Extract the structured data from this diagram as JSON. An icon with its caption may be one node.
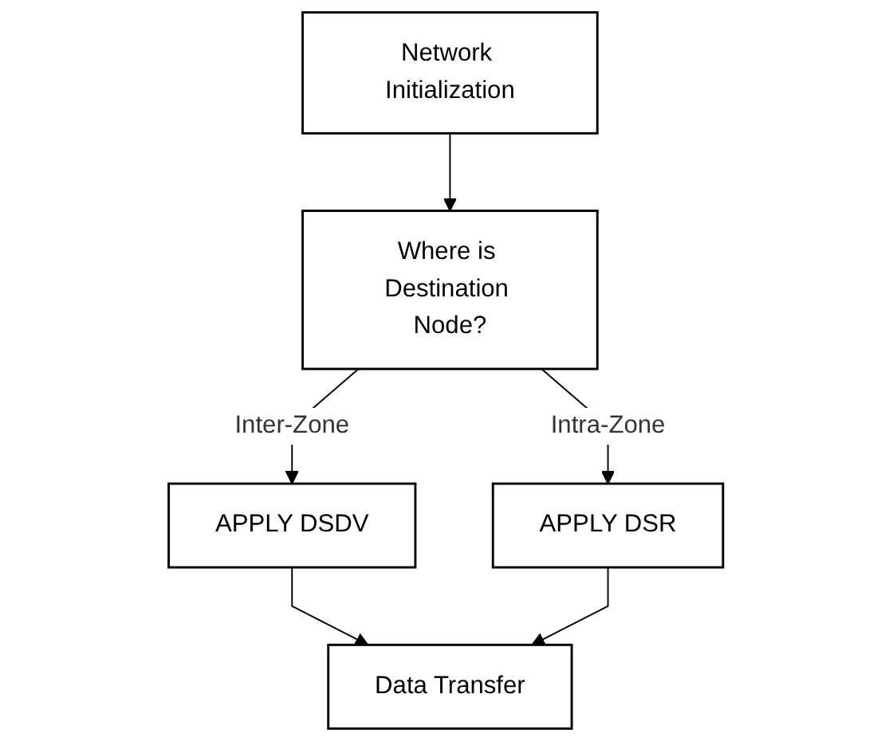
{
  "diagram": {
    "nodes": [
      {
        "text": [
          "Network Initialization"
        ]
      },
      {
        "text": [
          "Where is Destination Node?"
        ]
      },
      {
        "text": [
          "APPLY DSDV"
        ]
      },
      {
        "text": [
          "APPLY DSR"
        ]
      },
      {
        "text": [
          "Data Transfer"
        ]
      }
    ],
    "edges": [
      {
        "from": 0,
        "to": 1,
        "arrow": "to"
      },
      {
        "from": 1,
        "to": 2,
        "arrow": "to",
        "label": "Inter-Zone"
      },
      {
        "from": 1,
        "to": 3,
        "arrow": "to",
        "label": "Intra-Zone"
      },
      {
        "from": 2,
        "to": 4,
        "arrow": "to"
      },
      {
        "from": 3,
        "to": 4,
        "arrow": "to"
      }
    ]
  }
}
